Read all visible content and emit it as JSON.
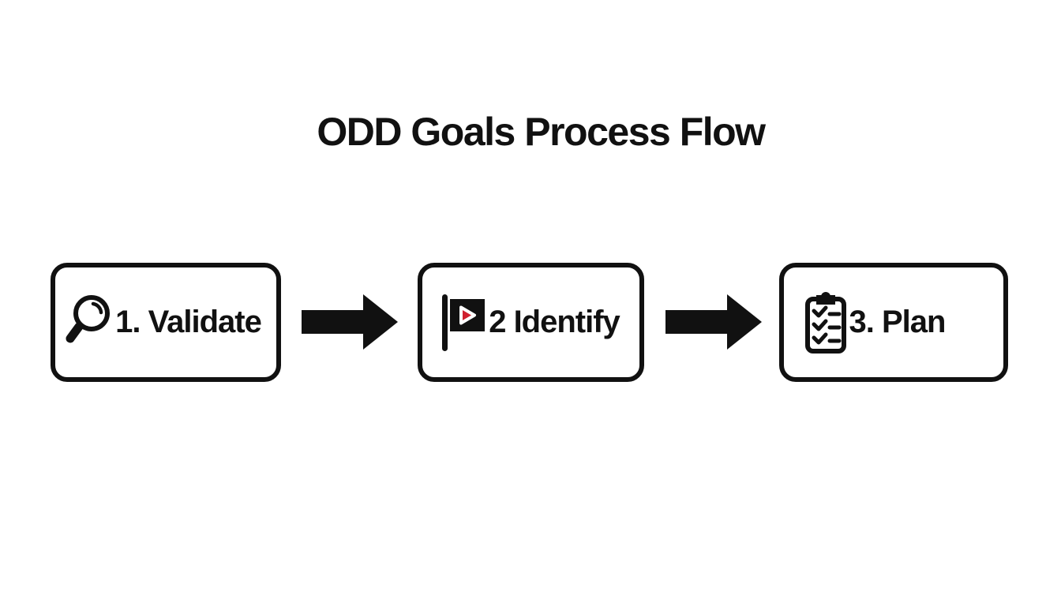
{
  "title": "ODD Goals Process Flow",
  "colors": {
    "ink": "#111111",
    "background": "#ffffff",
    "flag_accent_red": "#d01f2e",
    "flag_triangle_outline": "#ffffff"
  },
  "flow": {
    "steps": [
      {
        "label": "1. Validate",
        "icon": "magnifier-icon"
      },
      {
        "label": "2 Identify",
        "icon": "flag-icon"
      },
      {
        "label": "3. Plan",
        "icon": "clipboard-checklist-icon"
      }
    ],
    "connectors": [
      {
        "icon": "arrow-right-icon"
      },
      {
        "icon": "arrow-right-icon"
      }
    ]
  }
}
